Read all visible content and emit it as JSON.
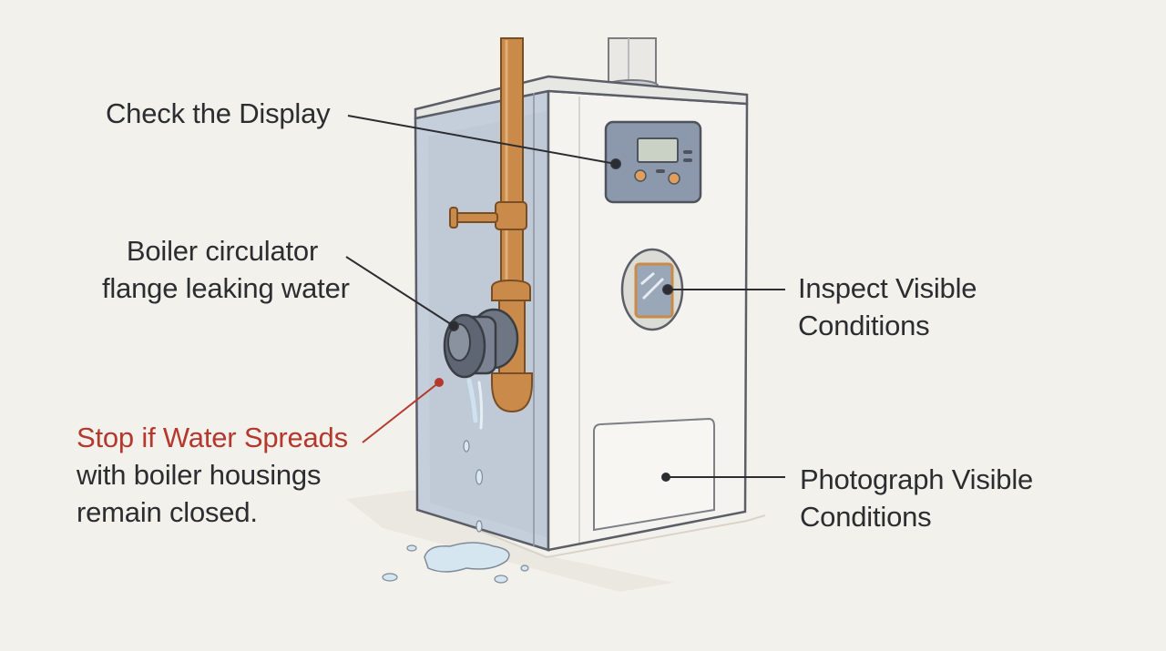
{
  "colors": {
    "background": "#f3f1eb",
    "text": "#2b2d30",
    "warning": "#b5382e",
    "boiler_front": "#f4f3ef",
    "boiler_side": "#c7cfdb",
    "copper_pipe": "#c98a4a",
    "water": "#cfe1ee"
  },
  "callouts": {
    "check_display": "Check the Display",
    "flange_line1": "Boiler circulator",
    "flange_line2": "flange leaking water",
    "stop_line1": "Stop if Water Spreads",
    "stop_line2": "with boiler housings",
    "stop_line3": "remain closed.",
    "inspect_line1": "Inspect Visible",
    "inspect_line2": "Conditions",
    "photo_line1": "Photograph Visible",
    "photo_line2": "Conditions"
  }
}
